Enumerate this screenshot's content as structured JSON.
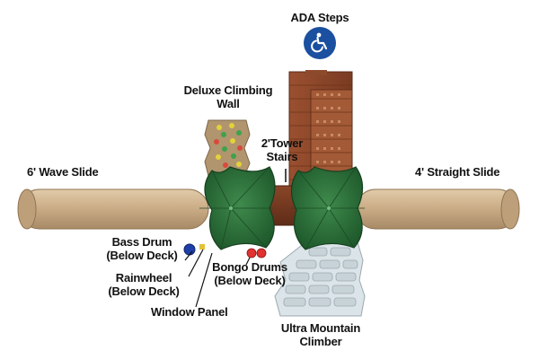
{
  "labels": {
    "ada_steps": "ADA Steps",
    "climbing_wall_line1": "Deluxe Climbing",
    "climbing_wall_line2": "Wall",
    "tower_stairs_line1": "2'Tower",
    "tower_stairs_line2": "Stairs",
    "wave_slide": "6' Wave Slide",
    "straight_slide": "4' Straight Slide",
    "bass_drum_line1": "Bass Drum",
    "bass_drum_line2": "(Below Deck)",
    "rainwheel_line1": "Rainwheel",
    "rainwheel_line2": "(Below Deck)",
    "bongo_line1": "Bongo Drums",
    "bongo_line2": "(Below Deck)",
    "window_panel": "Window Panel",
    "mountain_line1": "Ultra Mountain",
    "mountain_line2": "Climber"
  },
  "icons": {
    "accessibility": "wheelchair-icon"
  },
  "colors": {
    "slide_tan": "#c9ab85",
    "roof_green": "#2e6b3a",
    "deck_brown": "#7a3b22",
    "ada_badge_blue": "#1b4fa0",
    "mountain_gray": "#c8d3d8"
  }
}
